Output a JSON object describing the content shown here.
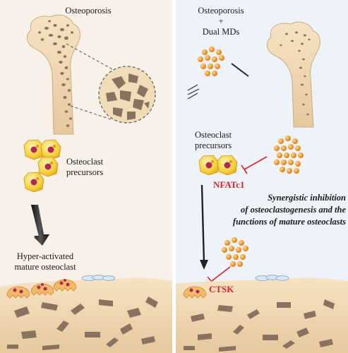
{
  "left_panel": {
    "title": "Osteoporosis",
    "precursor_label": [
      "Osteoclast",
      "precursors"
    ],
    "mature_label": [
      "Hyper-activated",
      "mature osteoclast"
    ]
  },
  "right_panel": {
    "title": [
      "Osteoporosis",
      "+",
      "Dual MDs"
    ],
    "precursor_label": [
      "Osteoclast",
      "precursors"
    ],
    "nfatc1": "NFATc1",
    "synergy_text": [
      "Synergistic inhibition",
      "of osteoclastogenesis and the",
      "functions of mature osteoclasts"
    ],
    "ctsk": "CTSK"
  },
  "colors": {
    "left_bg": "#f7f1ea",
    "right_bg": "#eef3f9",
    "bone": "#e8cfa8",
    "pore": "#8a7260",
    "md_orange": "#f2a03a",
    "cell_yellow": "#f5cf36",
    "inhibit_red": "#d8232a"
  }
}
